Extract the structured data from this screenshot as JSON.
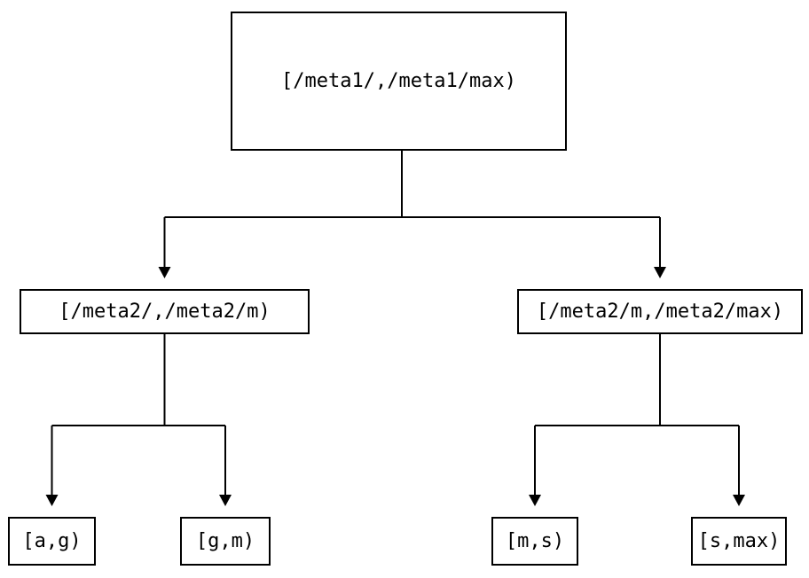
{
  "diagram": {
    "type": "tree",
    "background_color": "#ffffff",
    "line_color": "#000000",
    "nodes": {
      "root": {
        "id": "root",
        "label": "[/meta1/,/meta1/max)"
      },
      "left": {
        "id": "left",
        "label": "[/meta2/,/meta2/m)"
      },
      "right": {
        "id": "right",
        "label": "[/meta2/m,/meta2/max)"
      },
      "leaf1": {
        "id": "leaf1",
        "label": "[a,g)"
      },
      "leaf2": {
        "id": "leaf2",
        "label": "[g,m)"
      },
      "leaf3": {
        "id": "leaf3",
        "label": "[m,s)"
      },
      "leaf4": {
        "id": "leaf4",
        "label": "[s,max)"
      }
    },
    "edges": [
      {
        "from": "root",
        "to": "left",
        "arrow": "filled-triangle"
      },
      {
        "from": "root",
        "to": "right",
        "arrow": "filled-triangle"
      },
      {
        "from": "left",
        "to": "leaf1",
        "arrow": "filled-triangle"
      },
      {
        "from": "left",
        "to": "leaf2",
        "arrow": "filled-triangle"
      },
      {
        "from": "right",
        "to": "leaf3",
        "arrow": "filled-triangle"
      },
      {
        "from": "right",
        "to": "leaf4",
        "arrow": "filled-triangle"
      }
    ]
  }
}
